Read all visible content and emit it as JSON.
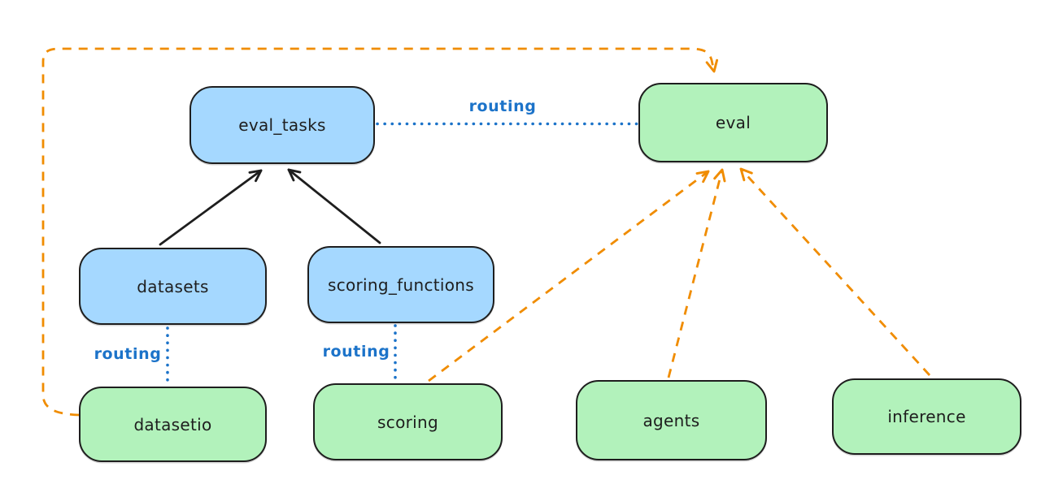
{
  "nodes": {
    "eval_tasks": {
      "label": "eval_tasks",
      "kind": "blue"
    },
    "eval": {
      "label": "eval",
      "kind": "green"
    },
    "datasets": {
      "label": "datasets",
      "kind": "blue"
    },
    "scoring_functions": {
      "label": "scoring_functions",
      "kind": "blue"
    },
    "datasetio": {
      "label": "datasetio",
      "kind": "green"
    },
    "scoring": {
      "label": "scoring",
      "kind": "green"
    },
    "agents": {
      "label": "agents",
      "kind": "green"
    },
    "inference": {
      "label": "inference",
      "kind": "green"
    }
  },
  "edge_labels": {
    "routing_eval_tasks_eval": "routing",
    "routing_datasets_datasetio": "routing",
    "routing_scoring_functions_scoring": "routing"
  },
  "edges": [
    {
      "from": "datasets",
      "to": "eval_tasks",
      "style": "solid-black-arrow"
    },
    {
      "from": "scoring_functions",
      "to": "eval_tasks",
      "style": "solid-black-arrow"
    },
    {
      "from": "eval_tasks",
      "to": "eval",
      "style": "dotted-blue",
      "label": "routing"
    },
    {
      "from": "datasets",
      "to": "datasetio",
      "style": "dotted-blue",
      "label": "routing"
    },
    {
      "from": "scoring_functions",
      "to": "scoring",
      "style": "dotted-blue",
      "label": "routing"
    },
    {
      "from": "datasetio",
      "to": "eval",
      "style": "dashed-orange-arrow"
    },
    {
      "from": "scoring",
      "to": "eval",
      "style": "dashed-orange-arrow"
    },
    {
      "from": "agents",
      "to": "eval",
      "style": "dashed-orange-arrow"
    },
    {
      "from": "inference",
      "to": "eval",
      "style": "dashed-orange-arrow"
    }
  ],
  "colors": {
    "background": "#ffffff",
    "node_blue_fill": "#a5d8ff",
    "node_green_fill": "#b2f2bb",
    "node_stroke": "#1e1e1e",
    "routing_blue": "#1c73c9",
    "arrow_orange": "#f08c00",
    "arrow_black": "#1e1e1e"
  }
}
